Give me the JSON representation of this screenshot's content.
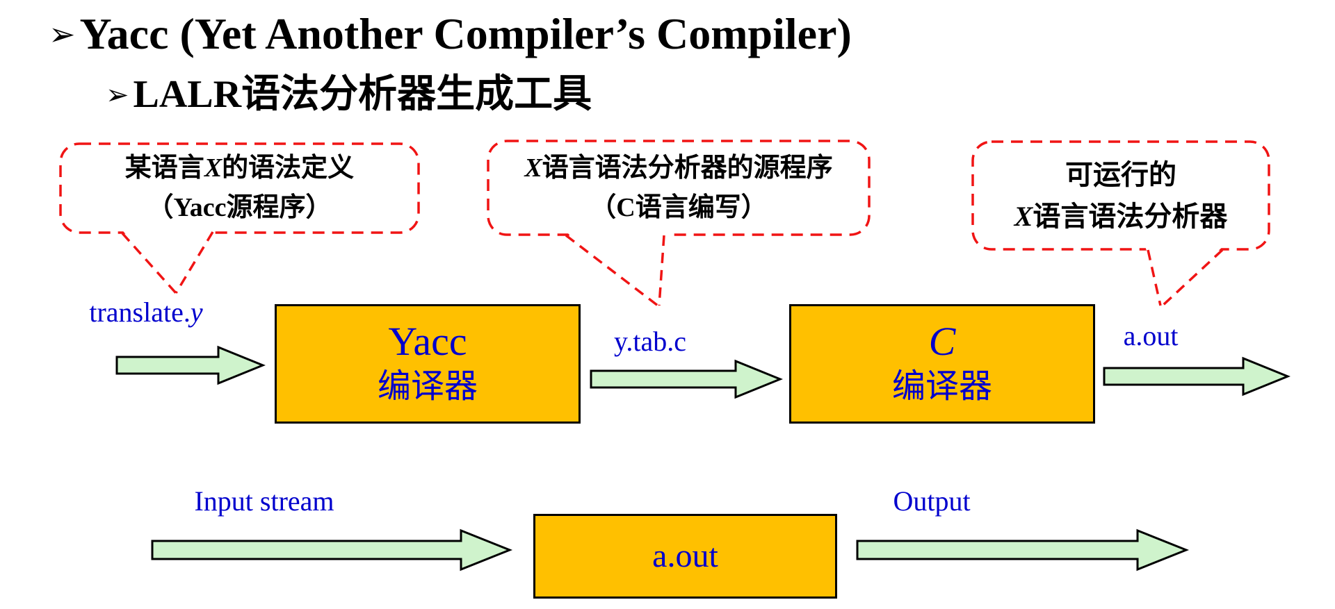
{
  "colors": {
    "gold": "#FFC000",
    "green": "#CFF3CC",
    "blue": "#0000CD",
    "red": "#F01414"
  },
  "title": {
    "bullet": "➢",
    "text": "Yacc (Yet Another Compiler’s Compiler)"
  },
  "subtitle": {
    "bullet": "➢",
    "text": "LALR语法分析器生成工具"
  },
  "callouts": {
    "yacc_source": {
      "line1_pre": "某语言",
      "line1_var": "X",
      "line1_post": "的语法定义",
      "line2": "（Yacc源程序）"
    },
    "c_source": {
      "line1_var": "X",
      "line1_post": "语言语法分析器的源程序",
      "line2": "（C语言编写）"
    },
    "executable": {
      "line1": "可运行的",
      "line2_var": "X",
      "line2_post": "语言语法分析器"
    }
  },
  "flow1": {
    "input_label_pre": "translate.",
    "input_label_var": "y",
    "box1_line1": "Yacc",
    "box1_line2": "编译器",
    "mid_label": "y.tab.c",
    "box2_line1": "C",
    "box2_line2": "编译器",
    "output_label": "a.out"
  },
  "flow2": {
    "input_label": "Input stream",
    "box_label": "a.out",
    "output_label": "Output"
  }
}
